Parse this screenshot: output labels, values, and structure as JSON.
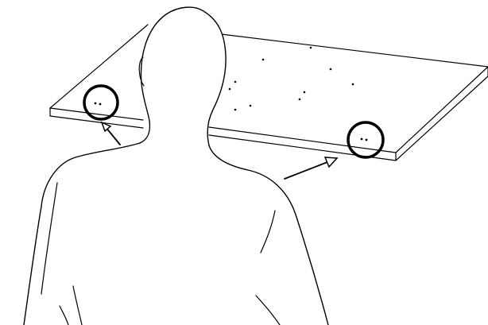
{
  "colors": {
    "line": "#000000",
    "background": "#ffffff"
  },
  "figure": {
    "subjects": [
      "tabletop-panel",
      "person-silhouette"
    ],
    "highlighted_details": 2,
    "arrows": 2,
    "surface_dots": 10
  }
}
